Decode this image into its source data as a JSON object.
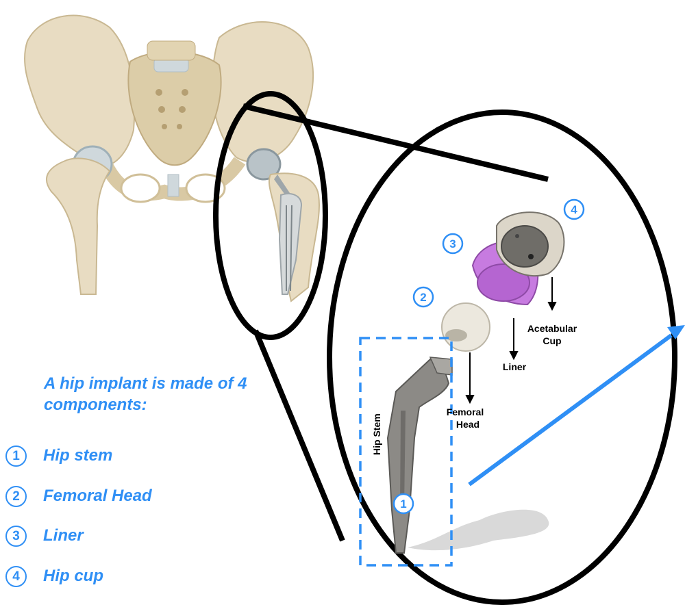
{
  "legend": {
    "title": "A hip implant is made of 4 components:",
    "items": [
      {
        "number": "1",
        "label": "Hip stem"
      },
      {
        "number": "2",
        "label": "Femoral Head"
      },
      {
        "number": "3",
        "label": "Liner"
      },
      {
        "number": "4",
        "label": "Hip cup"
      }
    ]
  },
  "diagram": {
    "callouts": [
      "1",
      "2",
      "3",
      "4"
    ],
    "labels": {
      "hip_stem": "Hip Stem",
      "femoral_head_line1": "Femoral",
      "femoral_head_line2": "Head",
      "liner": "Liner",
      "acetabular_cup_line1": "Acetabular",
      "acetabular_cup_line2": "Cup"
    }
  },
  "colors": {
    "accent_blue": "#2f8ff5",
    "bone": "#e8dcc2",
    "metal": "#8c8a86",
    "liner": "#c77be0",
    "head": "#ece8de",
    "outline": "#000000"
  }
}
